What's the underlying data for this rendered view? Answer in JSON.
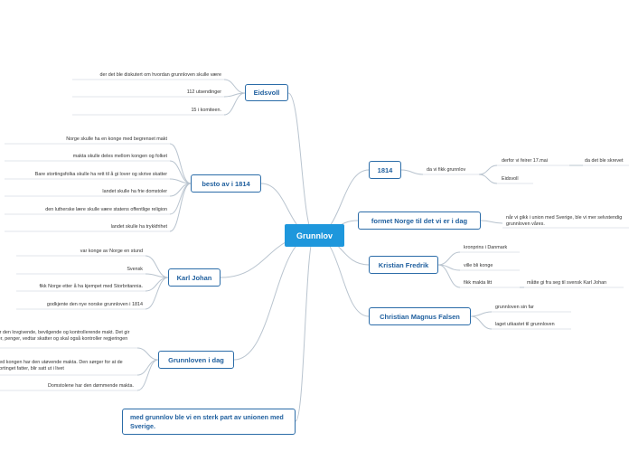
{
  "central": {
    "label": "Grunnlov"
  },
  "colors": {
    "central_bg": "#1e97dc",
    "topic_border": "#2b6ca8",
    "topic_text": "#1f5f9e",
    "line": "#b9c4cf"
  },
  "topics": {
    "eidsvoll": {
      "label": "Eidsvoll",
      "leaves": [
        "der det ble diskutert om hvordan grunnloven skulle være",
        "112 utsendinger",
        "15 i komiteen."
      ]
    },
    "besto": {
      "label": "besto av i 1814",
      "leaves": [
        "Norge skulle ha en konge med begrenset makt",
        "makta skulle deles mellom kongen og folket",
        "Bare stortingsfolka skulle ha rett til å gi lover og skrive skatter",
        "landet skulle ha frie domstoler",
        "den lutherske lære skulle være statens offentlige religion",
        "landet skulle ha trykkfrihet"
      ]
    },
    "karl": {
      "label": "Karl Johan",
      "leaves": [
        "var konge av Norge en stund",
        "Svensk",
        "fikk Norge etter å ha kjempet med Storbritannia.",
        "godkjente den nye norske grunnloven i 1814"
      ]
    },
    "idag": {
      "label": "Grunnloven i dag",
      "leaves": [
        "Stortinget har den lovgivende, bevilgende og kontrollerende makt. Det gir lover, bebilger, penger, vedtar skatter og skal også kontroller regjeringen",
        "Regjeringen ved kongen har den utøvende makta. Den sørger for at de vedtak som stortinget fatter, blir satt ut i livet",
        "Domstolene har den dømmende makta."
      ]
    },
    "sterk": {
      "label": "med grunnlov ble vi en sterk part av unionen med Sverige."
    },
    "y1814": {
      "label": "1814",
      "leaves": [
        "da vi fikk grunnlov"
      ],
      "subleaves": [
        "derfor vi feirer 17.mai",
        "Eidsvoll"
      ],
      "subsub": [
        "da det ble skrevet"
      ]
    },
    "formet": {
      "label": "formet Norge til det vi er i dag",
      "leaves": [
        "når vi gikk i union med Sverige, ble vi mer selvstendig grunnloven våres."
      ]
    },
    "kristian": {
      "label": "Kristian Fredrik",
      "leaves": [
        "kronprins i Danmark",
        "ville bli konge",
        "fikk makta litt"
      ],
      "subleaves": [
        "måtte gi fra seg til svensk Karl Johan"
      ]
    },
    "falsen": {
      "label": "Christian Magnus Falsen",
      "leaves": [
        "grunnloven sin far",
        "laget utkastet til grunnloven"
      ]
    }
  }
}
